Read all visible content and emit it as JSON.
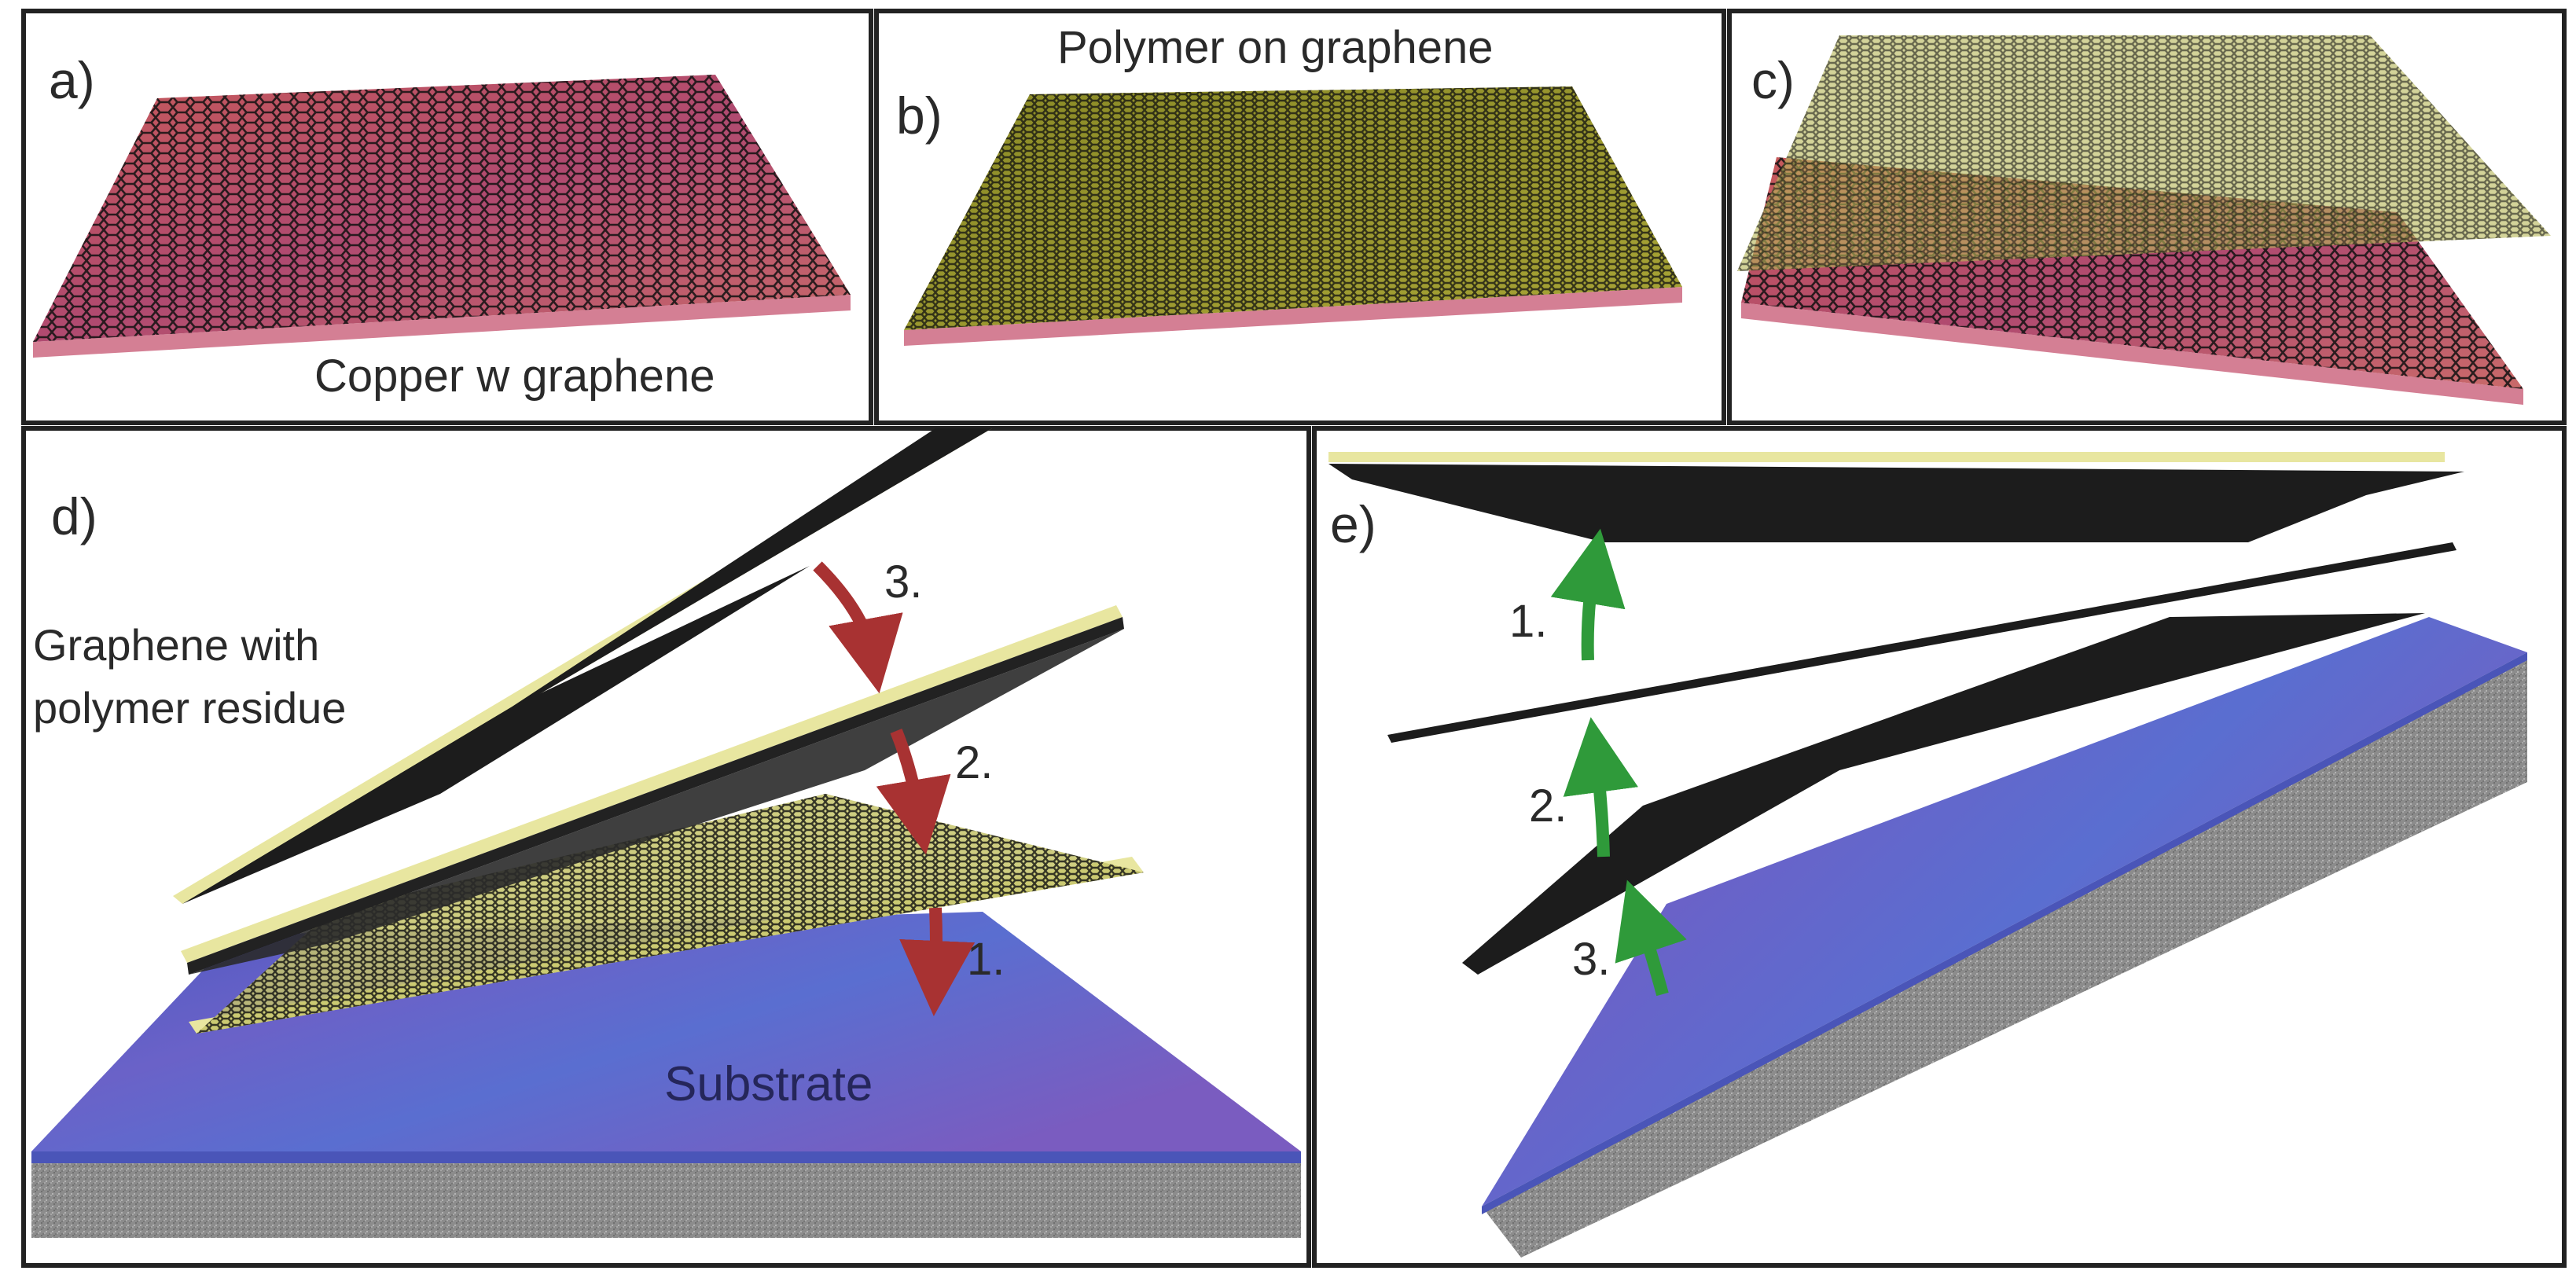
{
  "panels": {
    "a": {
      "letter": "a)",
      "caption": "Copper w graphene"
    },
    "b": {
      "letter": "b)",
      "caption": "Polymer on graphene"
    },
    "c": {
      "letter": "c)"
    },
    "d": {
      "letter": "d)",
      "layer_label_line1": "Graphene with",
      "layer_label_line2": "polymer residue",
      "substrate_label": "Substrate",
      "steps": [
        "1.",
        "2.",
        "3."
      ]
    },
    "e": {
      "letter": "e)",
      "steps": [
        "1.",
        "2.",
        "3."
      ]
    }
  },
  "colors": {
    "copper": "#b0506a",
    "copper_edge": "#d47f94",
    "polymer": "#9a9a2e",
    "polymer_edge": "#e8e6a0",
    "graphene": "#1e1e1e",
    "substrate": "#5b63c4",
    "substrate_side": "#8a8a8a",
    "arrow_red": "#a83232",
    "arrow_green": "#2f9a3a",
    "border": "#222222"
  }
}
